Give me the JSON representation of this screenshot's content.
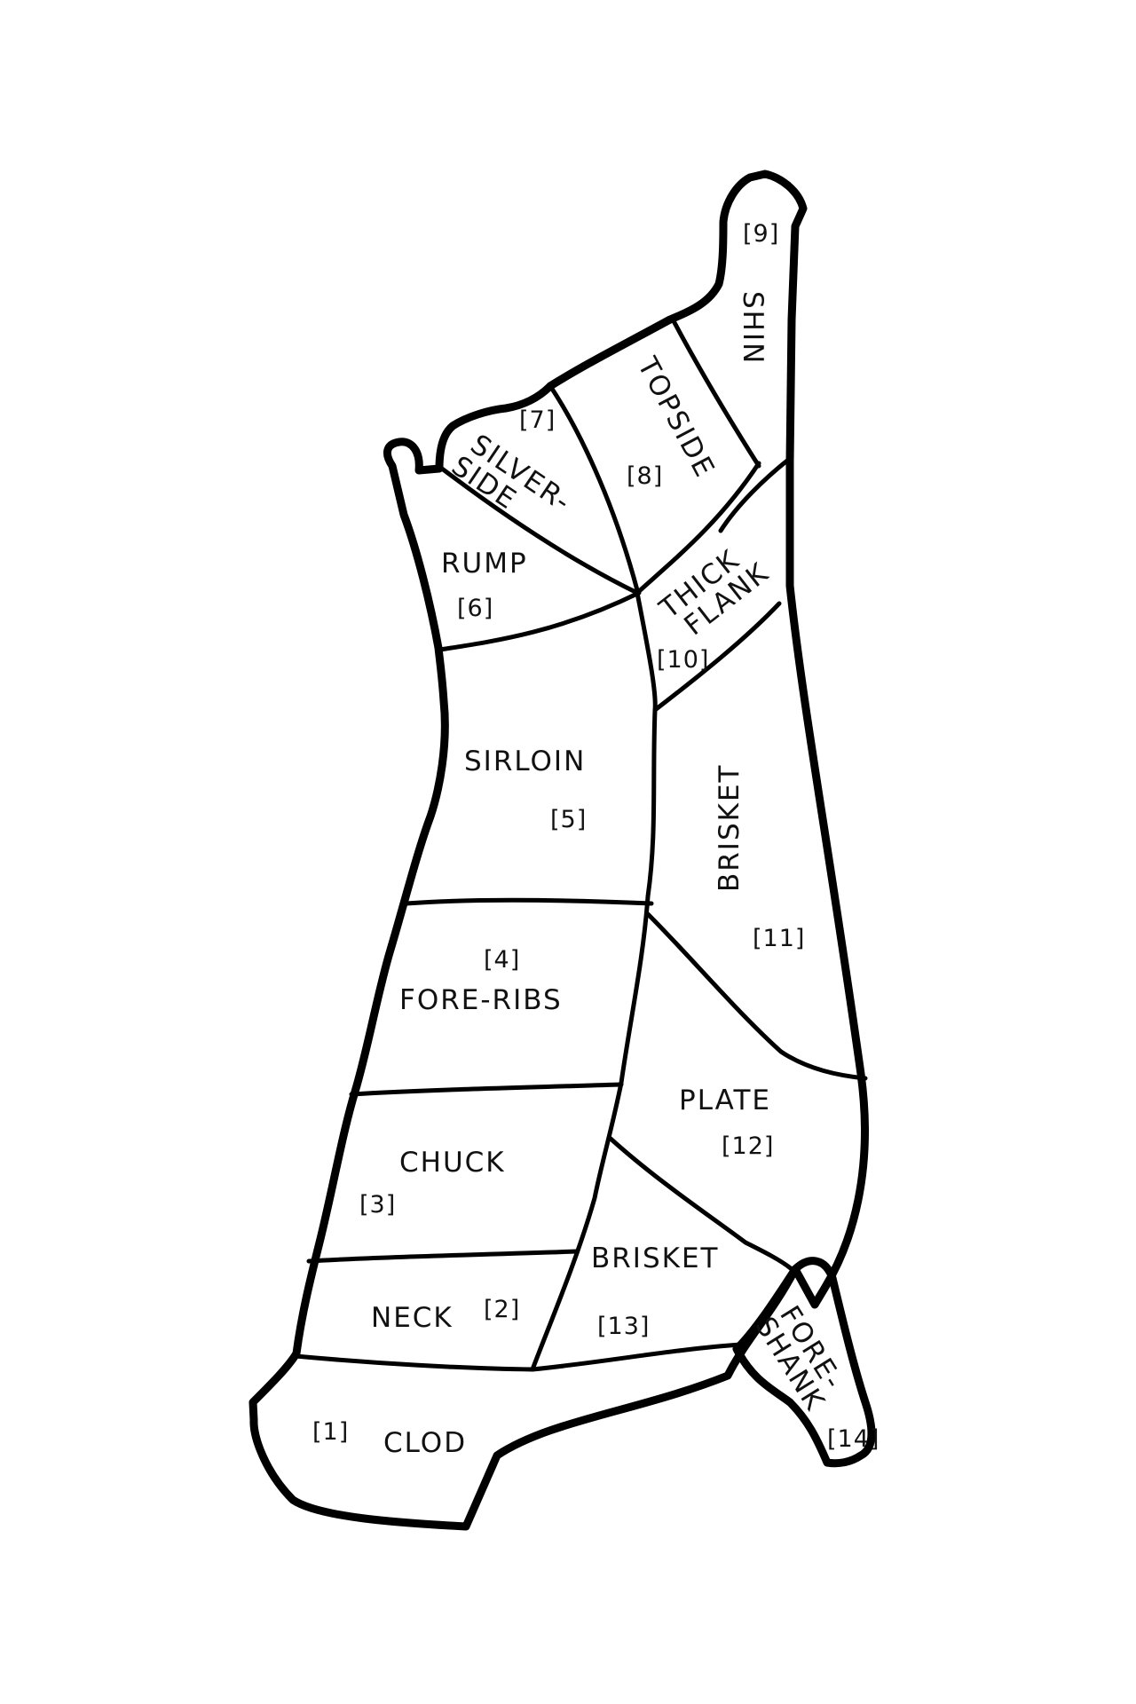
{
  "cuts": [
    {
      "id": "clod",
      "label_lines": [
        "CLOD"
      ],
      "number": "[1]"
    },
    {
      "id": "neck",
      "label_lines": [
        "NECK"
      ],
      "number": "[2]"
    },
    {
      "id": "chuck",
      "label_lines": [
        "CHUCK"
      ],
      "number": "[3]"
    },
    {
      "id": "fore-ribs",
      "label_lines": [
        "FORE-RIBS"
      ],
      "number": "[4]"
    },
    {
      "id": "sirloin",
      "label_lines": [
        "SIRLOIN"
      ],
      "number": "[5]"
    },
    {
      "id": "rump",
      "label_lines": [
        "RUMP"
      ],
      "number": "[6]"
    },
    {
      "id": "silverside",
      "label_lines": [
        "SILVER-",
        "SIDE"
      ],
      "number": "[7]"
    },
    {
      "id": "topside",
      "label_lines": [
        "TOPSIDE"
      ],
      "number": "[8]"
    },
    {
      "id": "shin",
      "label_lines": [
        "SHIN"
      ],
      "number": "[9]"
    },
    {
      "id": "thick-flank",
      "label_lines": [
        "THICK",
        "FLANK"
      ],
      "number": "[10]"
    },
    {
      "id": "brisket-hind",
      "label_lines": [
        "BRISKET"
      ],
      "number": "[11]"
    },
    {
      "id": "plate",
      "label_lines": [
        "PLATE"
      ],
      "number": "[12]"
    },
    {
      "id": "brisket-fore",
      "label_lines": [
        "BRISKET"
      ],
      "number": "[13]"
    },
    {
      "id": "fore-shank",
      "label_lines": [
        "FORE-",
        "SHANK"
      ],
      "number": "[14]"
    }
  ]
}
